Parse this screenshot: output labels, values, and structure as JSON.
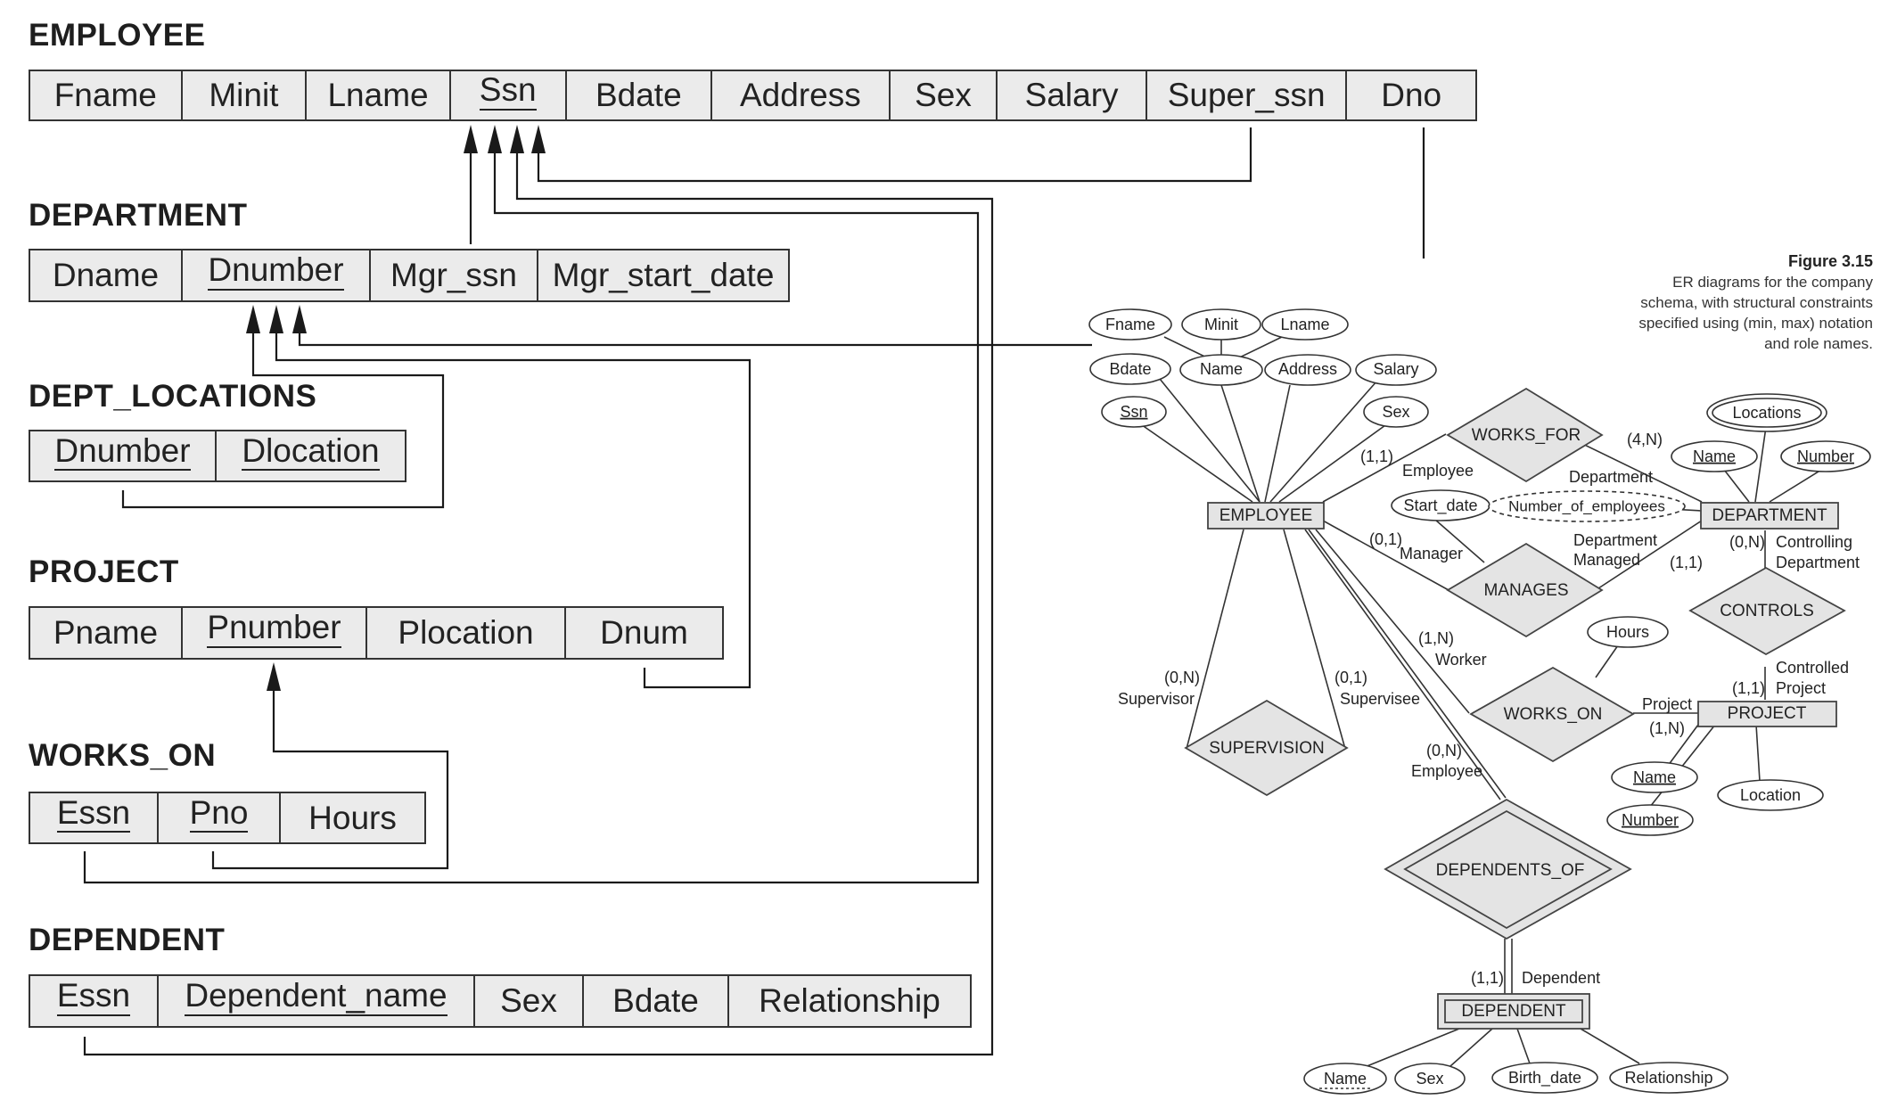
{
  "schema": {
    "relations": [
      {
        "id": "employee",
        "name": "EMPLOYEE",
        "attributes": [
          {
            "label": "Fname",
            "pk": false
          },
          {
            "label": "Minit",
            "pk": false
          },
          {
            "label": "Lname",
            "pk": false
          },
          {
            "label": "Ssn",
            "pk": true
          },
          {
            "label": "Bdate",
            "pk": false
          },
          {
            "label": "Address",
            "pk": false
          },
          {
            "label": "Sex",
            "pk": false
          },
          {
            "label": "Salary",
            "pk": false
          },
          {
            "label": "Super_ssn",
            "pk": false
          },
          {
            "label": "Dno",
            "pk": false
          }
        ]
      },
      {
        "id": "department",
        "name": "DEPARTMENT",
        "attributes": [
          {
            "label": "Dname",
            "pk": false
          },
          {
            "label": "Dnumber",
            "pk": true
          },
          {
            "label": "Mgr_ssn",
            "pk": false
          },
          {
            "label": "Mgr_start_date",
            "pk": false
          }
        ]
      },
      {
        "id": "dept-locations",
        "name": "DEPT_LOCATIONS",
        "attributes": [
          {
            "label": "Dnumber",
            "pk": true
          },
          {
            "label": "Dlocation",
            "pk": true
          }
        ]
      },
      {
        "id": "project",
        "name": "PROJECT",
        "attributes": [
          {
            "label": "Pname",
            "pk": false
          },
          {
            "label": "Pnumber",
            "pk": true
          },
          {
            "label": "Plocation",
            "pk": false
          },
          {
            "label": "Dnum",
            "pk": false
          }
        ]
      },
      {
        "id": "works-on",
        "name": "WORKS_ON",
        "attributes": [
          {
            "label": "Essn",
            "pk": true
          },
          {
            "label": "Pno",
            "pk": true
          },
          {
            "label": "Hours",
            "pk": false
          }
        ]
      },
      {
        "id": "dependent",
        "name": "DEPENDENT",
        "attributes": [
          {
            "label": "Essn",
            "pk": true
          },
          {
            "label": "Dependent_name",
            "pk": true
          },
          {
            "label": "Sex",
            "pk": false
          },
          {
            "label": "Bdate",
            "pk": false
          },
          {
            "label": "Relationship",
            "pk": false
          }
        ]
      }
    ]
  },
  "figure": {
    "number": "Figure 3.15",
    "caption_lines": [
      "ER diagrams for the company",
      "schema, with structural constraints",
      "specified using (min, max) notation",
      "and role names."
    ]
  },
  "er": {
    "entities": {
      "employee": "EMPLOYEE",
      "department": "DEPARTMENT",
      "project": "PROJECT",
      "dependent": "DEPENDENT"
    },
    "relationships": {
      "works_for": "WORKS_FOR",
      "manages": "MANAGES",
      "controls": "CONTROLS",
      "works_on": "WORKS_ON",
      "supervision": "SUPERVISION",
      "dependents_of": "DEPENDENTS_OF"
    },
    "attributes": {
      "emp_fname": "Fname",
      "emp_minit": "Minit",
      "emp_lname": "Lname",
      "emp_bdate": "Bdate",
      "emp_name": "Name",
      "emp_address": "Address",
      "emp_salary": "Salary",
      "emp_ssn": "Ssn",
      "emp_sex": "Sex",
      "dept_locations": "Locations",
      "dept_name": "Name",
      "dept_number": "Number",
      "num_employees": "Number_of_employees",
      "start_date": "Start_date",
      "hours": "Hours",
      "proj_name": "Name",
      "proj_number": "Number",
      "proj_location": "Location",
      "dep_name": "Name",
      "dep_sex": "Sex",
      "dep_birth_date": "Birth_date",
      "dep_relationship": "Relationship"
    },
    "labels": {
      "wf_emp_card": "(1,1)",
      "wf_emp_role": "Employee",
      "wf_dept_card": "(4,N)",
      "wf_dept_role": "Department",
      "mg_emp_card": "(0,1)",
      "mg_emp_role": "Manager",
      "mg_dept_role_1": "Department",
      "mg_dept_role_2": "Managed",
      "mg_dept_card": "(1,1)",
      "ct_dept_card": "(0,N)",
      "ct_dept_role_1": "Controlling",
      "ct_dept_role_2": "Department",
      "ct_proj_role_1": "Controlled",
      "ct_proj_role_2": "Project",
      "ct_proj_card": "(1,1)",
      "wo_emp_card": "(1,N)",
      "wo_emp_role": "Worker",
      "wo_proj_role": "Project",
      "wo_proj_card": "(1,N)",
      "sv_sup_card": "(0,N)",
      "sv_sup_role": "Supervisor",
      "sv_sub_card": "(0,1)",
      "sv_sub_role": "Supervisee",
      "do_emp_card": "(0,N)",
      "do_emp_role": "Employee",
      "do_dep_card": "(1,1)",
      "do_dep_role": "Dependent"
    }
  }
}
